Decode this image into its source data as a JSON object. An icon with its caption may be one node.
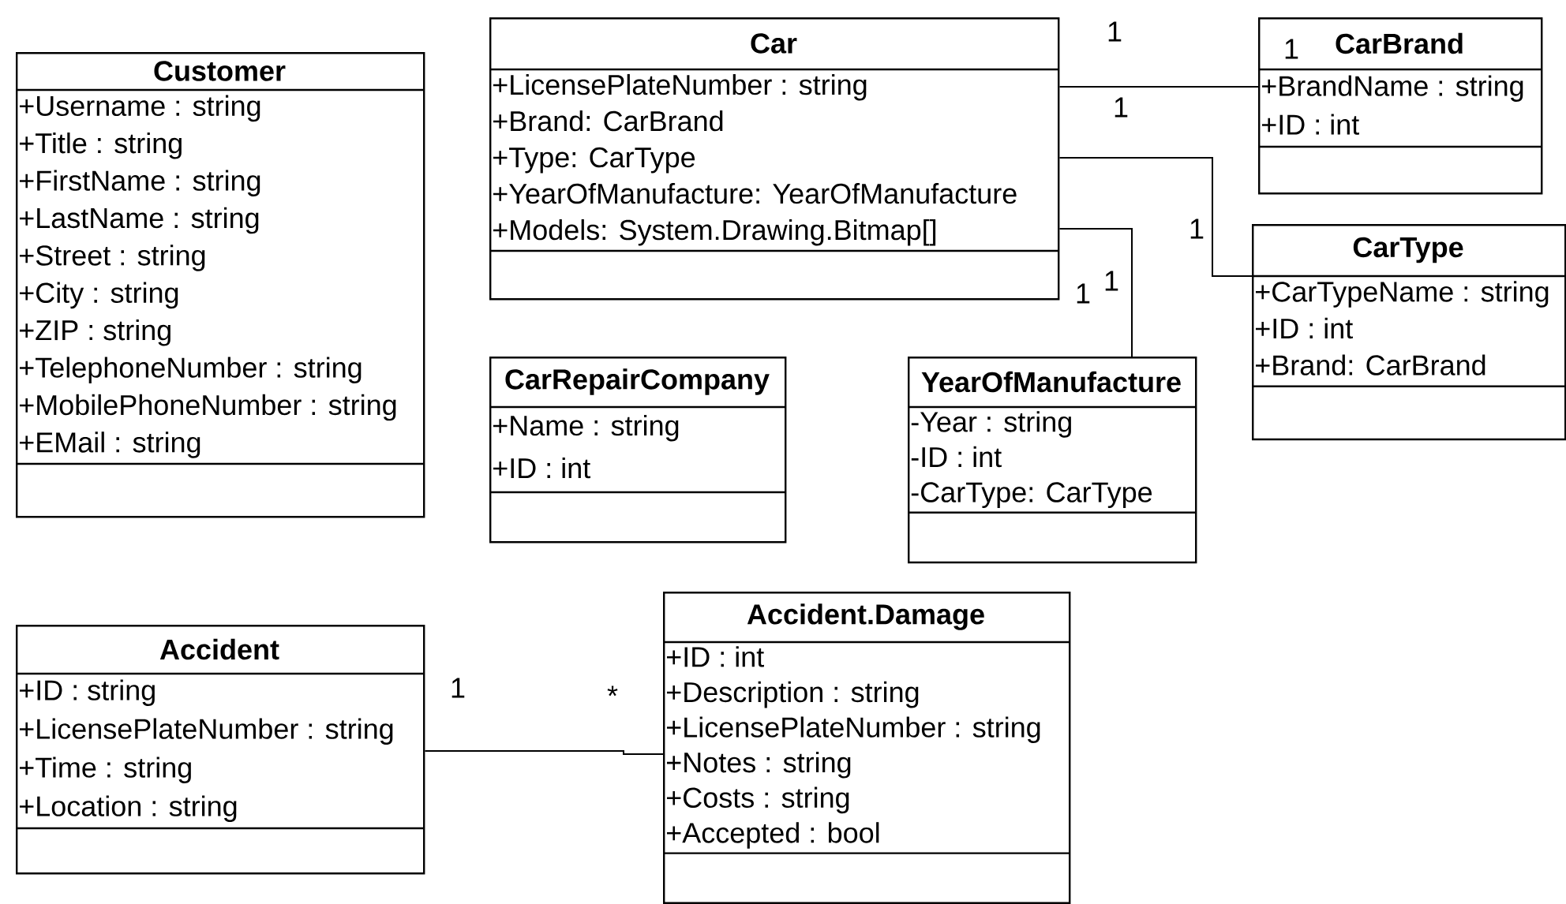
{
  "diagram": {
    "nodes": [
      {
        "text": [
          "Customer",
          "+Username : string",
          "+Title : string",
          "+FirstName : string",
          "+LastName : string",
          "+Street : string",
          "+City : string",
          "+ZIP : string",
          "+TelephoneNumber : string",
          "+MobilePhoneNumber : string",
          "+EMail : string"
        ]
      },
      {
        "text": [
          "Car",
          "+LicensePlateNumber : string",
          "+Brand: CarBrand",
          "+Type: CarType",
          "+YearOfManufacture: YearOfManufacture",
          "+Models: System.Drawing.Bitmap[]"
        ]
      },
      {
        "text": [
          "CarBrand",
          "+BrandName : string",
          "+ID : int"
        ]
      },
      {
        "text": [
          "CarType",
          "+CarTypeName : string",
          "+ID : int",
          "+Brand: CarBrand"
        ]
      },
      {
        "text": [
          "CarRepairCompany",
          "+Name : string",
          "+ID : int"
        ]
      },
      {
        "text": [
          "YearOfManufacture",
          "-Year : string",
          "-ID : int",
          "-CarType: CarType"
        ]
      },
      {
        "text": [
          "Accident",
          "+ID : string",
          "+LicensePlateNumber : string",
          "+Time : string",
          "+Location : string"
        ]
      },
      {
        "text": [
          "Accident.Damage",
          "+ID : int",
          "+Description : string",
          "+LicensePlateNumber : string",
          "+Notes : string",
          "+Costs : string",
          "+Accepted : bool"
        ]
      }
    ],
    "edges": [
      {
        "from": 1,
        "to": 2,
        "arrow": "none"
      },
      {
        "from": 1,
        "to": 3,
        "arrow": "none"
      },
      {
        "from": 1,
        "to": 5,
        "arrow": "none"
      },
      {
        "from": 6,
        "to": 7,
        "arrow": "none"
      }
    ],
    "labels": [
      "1",
      "1",
      "1",
      "1",
      "1",
      "1",
      "1",
      "*"
    ]
  }
}
